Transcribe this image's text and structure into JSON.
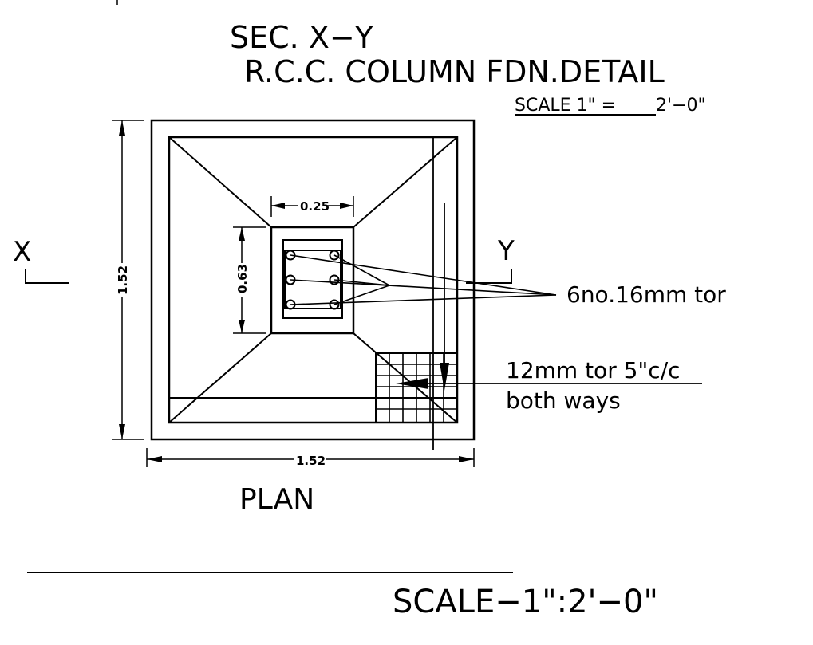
{
  "title": {
    "line1": "SEC. X−Y",
    "line2": "R.C.C. COLUMN FDN.DETAIL",
    "scale_underlined": "SCALE 1\" = ",
    "scale_rest": "2'−0\""
  },
  "section_marks": {
    "left": "X",
    "right": "Y"
  },
  "dimensions": {
    "overall_height": "1.52",
    "overall_width": "1.52",
    "column_width": "0.25",
    "column_depth": "0.63"
  },
  "annotations": {
    "column_bars": "6no.16mm tor",
    "mesh_line1": "12mm tor 5\"c/c",
    "mesh_line2": "both ways"
  },
  "plan_label": "PLAN",
  "bottom_scale": "SCALE−1\":2'−0\"",
  "rebar": {
    "count": 6,
    "mesh_bars_each_way": 6
  }
}
